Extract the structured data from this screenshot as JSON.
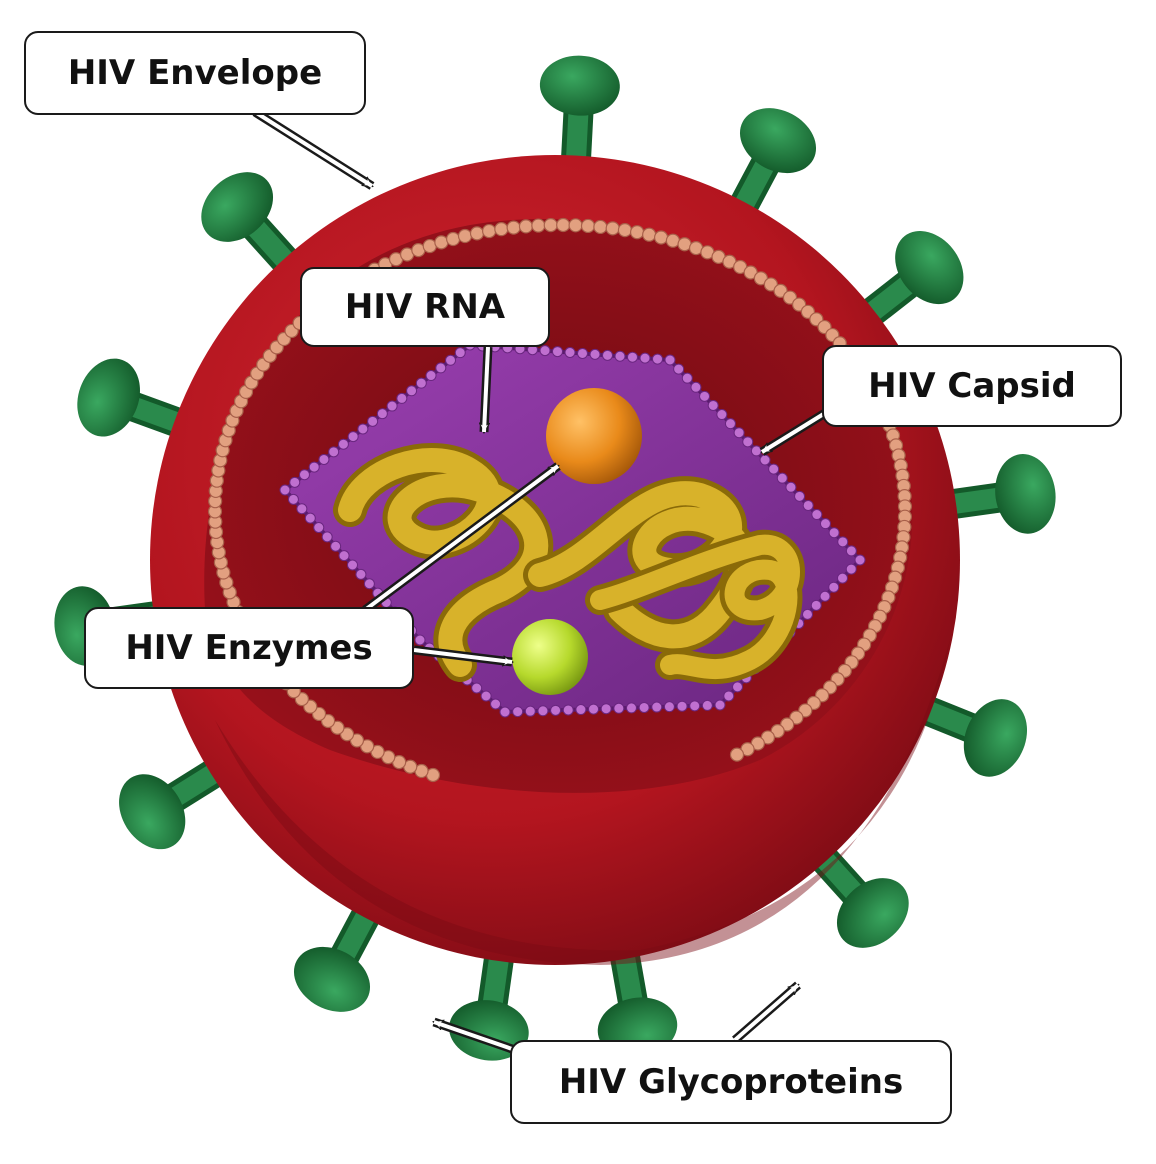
{
  "labels": {
    "envelope": "HIV Envelope",
    "rna": "HIV RNA",
    "capsid": "HIV Capsid",
    "enzymes": "HIV Enzymes",
    "glycoproteins": "HIV Glycoproteins"
  },
  "colors": {
    "envelope": "#b3151f",
    "envelope_inner": "#8e1019",
    "lipid_bead": "#e2a080",
    "capsid": "#7a2e8e",
    "capsid_bead": "#b060c0",
    "rna": "#c9a21c",
    "enzyme_orange": "#e98a1a",
    "enzyme_green": "#b6d92c",
    "glycoprotein": "#1f7a3e"
  }
}
